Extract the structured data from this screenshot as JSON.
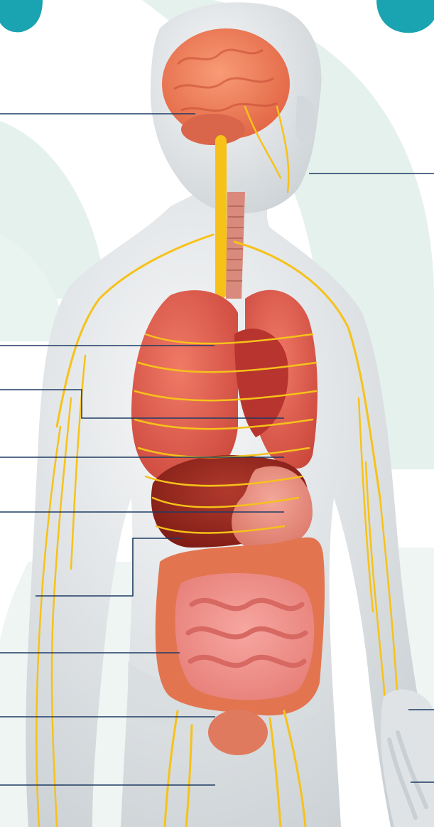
{
  "figure": {
    "subject": "anatomy-diagram-human-organs-and-nervous-system",
    "colors": {
      "background_arc": "#e5f1ec",
      "leader_line": "#1f3b63",
      "title_teal": "#1aa3b0",
      "skin": "#dfe3e6",
      "brain": "#f07e5c",
      "nerves": "#f6c21a",
      "lungs": "#e8604f",
      "liver": "#9f2a20",
      "stomach": "#e88b7b",
      "intestine_small": "#f08e8a",
      "intestine_large": "#e27550",
      "trachea": "#d98a7c"
    }
  },
  "leader_lines": [
    {
      "target": "brain"
    },
    {
      "target": "face-nerves"
    },
    {
      "target": "lungs"
    },
    {
      "target": "heart"
    },
    {
      "target": "diaphragm"
    },
    {
      "target": "stomach"
    },
    {
      "target": "liver"
    },
    {
      "target": "colon"
    },
    {
      "target": "bladder"
    },
    {
      "target": "thigh-nerves"
    },
    {
      "target": "hand-nerves"
    },
    {
      "target": "finger-nerves"
    }
  ]
}
